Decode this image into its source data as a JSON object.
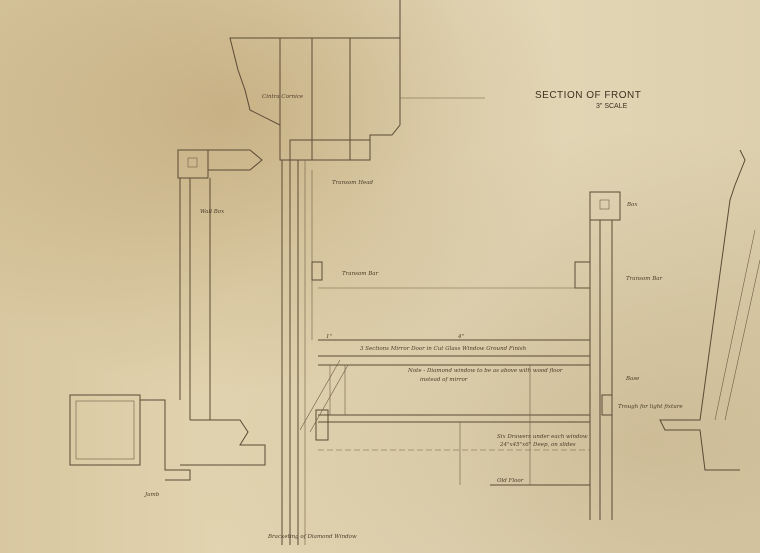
{
  "drawing": {
    "title": "SECTION OF FRONT",
    "scale": "3\" SCALE",
    "labels": {
      "cornice": "Cintra Cornice",
      "transom_head": "Transom Head",
      "wall_box": "Wall Box",
      "transom_bar_left": "Transom Bar",
      "box": "Box",
      "transom_bar_right": "Transom Bar",
      "mirror_door": "3 Sections Mirror Door in Cut Glass Window Ground Finish",
      "note_line1": "Note - Diamond window to be as above with wood floor",
      "note_line2": "instead of mirror",
      "base": "Base",
      "trough": "Trough for light fixture",
      "drawers_line1": "Six Drawers under each window",
      "drawers_line2": "24\"x45\"x6\" Deep, on slides",
      "old_floor": "Old Floor",
      "jamb": "Jamb",
      "bottom_note": "Bracketing of Diamond Window",
      "dim_4": "4\"",
      "dim_1": "1\""
    }
  }
}
